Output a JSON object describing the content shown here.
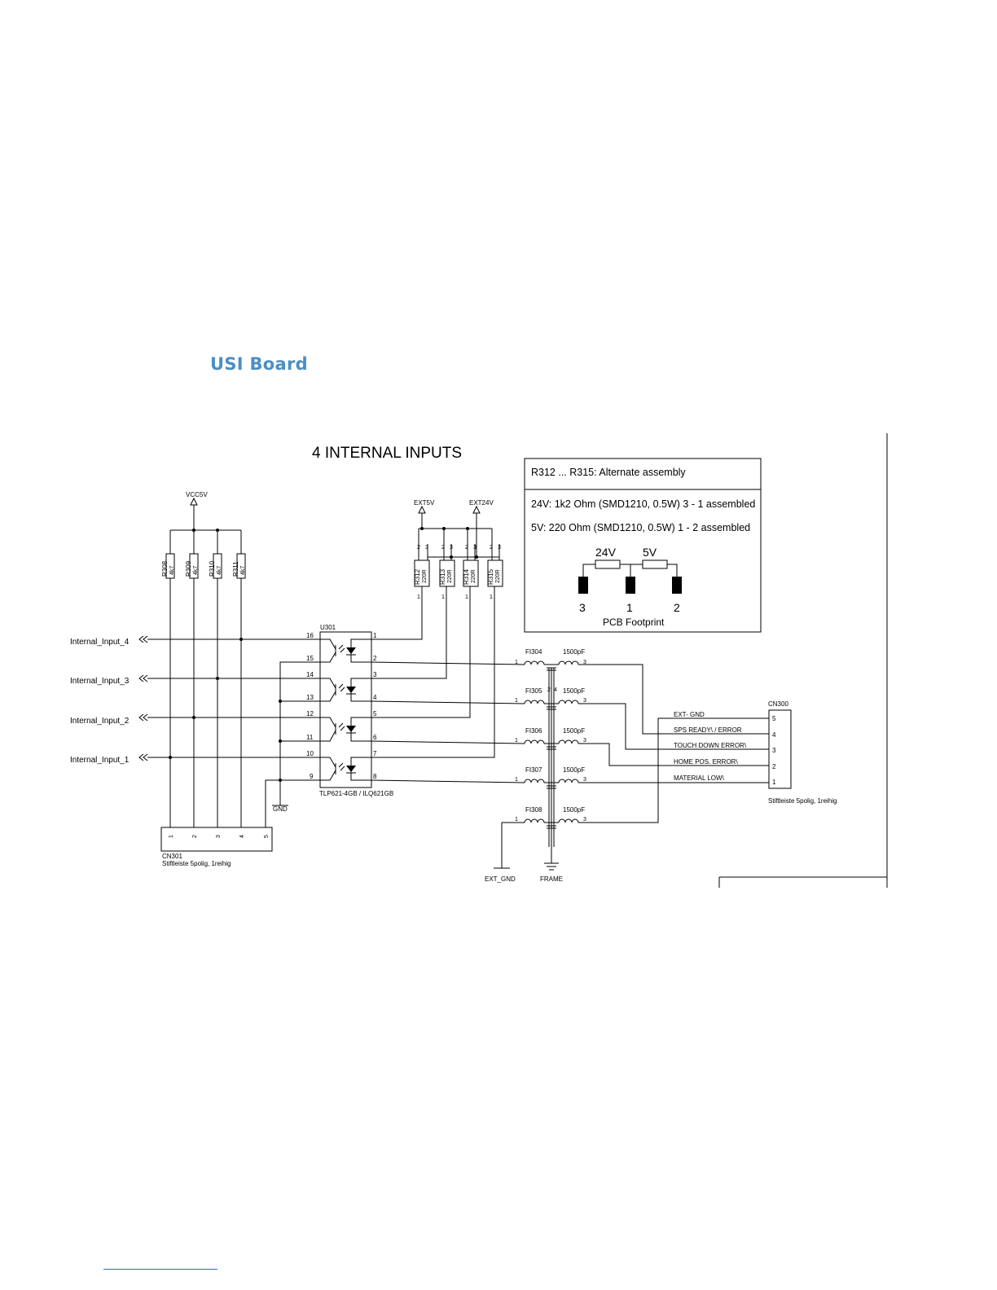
{
  "page": {
    "heading": "USI Board"
  },
  "schematic": {
    "title": "4 INTERNAL INPUTS",
    "note": {
      "title": "R312 ... R315: Alternate assembly",
      "line_24v": "24V: 1k2 Ohm (SMD1210, 0.5W) 3 - 1 assembled",
      "line_5v": "5V: 220 Ohm (SMD1210, 0.5W) 1 - 2 assembled",
      "fp_label_24v": "24V",
      "fp_label_5v": "5V",
      "fp_pin_3": "3",
      "fp_pin_1": "1",
      "fp_pin_2": "2",
      "fp_caption": "PCB Footprint"
    },
    "power": {
      "vcc": "VCC5V",
      "ext5v": "EXT5V",
      "ext24v": "EXT24V",
      "gnd": "GND",
      "ext_gnd": "EXT_GND",
      "frame": "FRAME"
    },
    "pullups": [
      {
        "ref": "R308",
        "value": "4k7"
      },
      {
        "ref": "R309",
        "value": "4k7"
      },
      {
        "ref": "R310",
        "value": "4k7"
      },
      {
        "ref": "R311",
        "value": "4k7"
      }
    ],
    "alt_resistors": [
      {
        "ref": "R312",
        "value": "220R"
      },
      {
        "ref": "R313",
        "value": "220R"
      },
      {
        "ref": "R314",
        "value": "220R"
      },
      {
        "ref": "R315",
        "value": "220R"
      }
    ],
    "inputs": [
      "Internal_Input_4",
      "Internal_Input_3",
      "Internal_Input_2",
      "Internal_Input_1"
    ],
    "optocoupler": {
      "ref": "U301",
      "part": "TLP621-4GB / ILQ621GB",
      "left_pins": [
        "16",
        "15",
        "14",
        "13",
        "12",
        "11",
        "10",
        "9"
      ],
      "right_pins": [
        "1",
        "2",
        "3",
        "4",
        "5",
        "6",
        "7",
        "8"
      ]
    },
    "filters": [
      {
        "ref": "FI304",
        "cap": "1500pF"
      },
      {
        "ref": "FI305",
        "cap": "1500pF"
      },
      {
        "ref": "FI306",
        "cap": "1500pF"
      },
      {
        "ref": "FI307",
        "cap": "1500pF"
      },
      {
        "ref": "FI308",
        "cap": "1500pF"
      }
    ],
    "cn300": {
      "ref": "CN300",
      "desc": "Stiftleiste 5polig, 1reihig",
      "pins": [
        "5",
        "4",
        "3",
        "2",
        "1"
      ],
      "signals": [
        "EXT- GND",
        "SPS READY\\ / ERROR",
        "TOUCH DOWN ERROR\\",
        "HOME POS. ERROR\\",
        "MATERIAL LOW\\"
      ]
    },
    "cn301": {
      "ref": "CN301",
      "desc": "Stiftleiste 5polig, 1reihig",
      "pins": [
        "1",
        "2",
        "3",
        "4",
        "5"
      ]
    },
    "pin_num": {
      "p1": "1",
      "p2": "2",
      "p3": "3",
      "p4": "4"
    }
  }
}
